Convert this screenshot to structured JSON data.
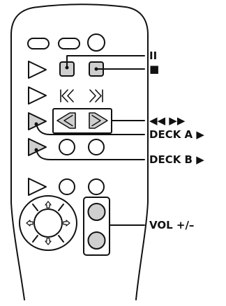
{
  "callouts": {
    "pause": "II",
    "stop": "■",
    "search": "◀◀ ▶▶",
    "deck_a": "DECK A ▶",
    "deck_b": "DECK B ▶",
    "volume": "VOL +/–"
  },
  "colors": {
    "outline": "#111111",
    "highlight_fill": "#cfcfcf",
    "background": "#ffffff"
  },
  "icons": {
    "pause": "pause-icon",
    "stop": "stop-icon",
    "rewind": "rewind-icon",
    "fast_forward": "fast-forward-icon",
    "play": "play-icon",
    "previous": "previous-track-icon",
    "next": "next-track-icon",
    "arrow": "arrow-icon"
  }
}
